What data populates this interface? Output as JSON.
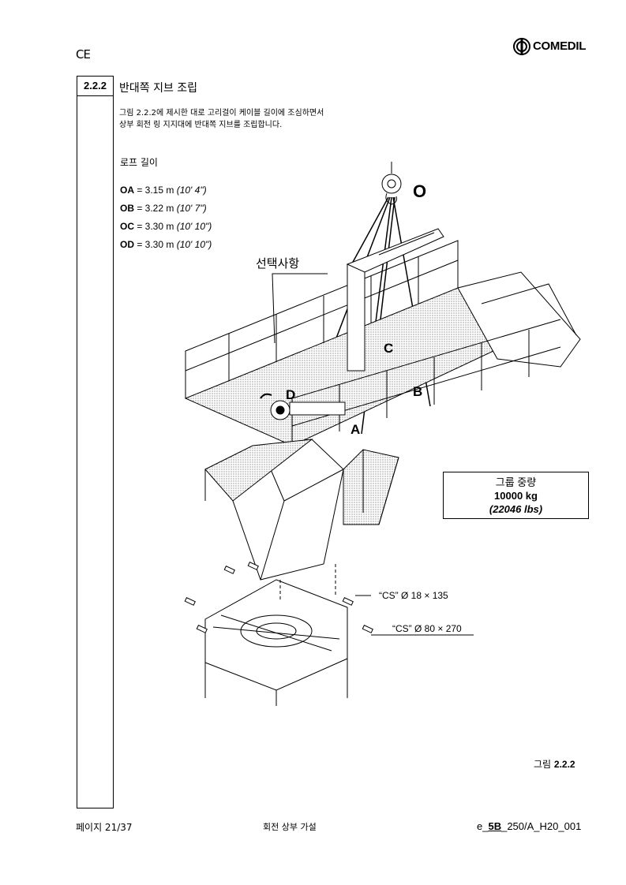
{
  "header": {
    "ce_mark": "CE",
    "brand": "COMEDIL"
  },
  "section": {
    "number": "2.2.2",
    "title": "반대쪽 지브 조립",
    "intro_line1": "그림 2.2.2에 제시한 대로 고리걸이 케이블 길이에 조심하면서",
    "intro_line2": "상부 회전 링 지지대에 반대쪽 지브를 조립합니다."
  },
  "ropes": {
    "heading": "로프 길이",
    "items": [
      {
        "label": "OA",
        "metric": " = 3.15 m ",
        "imperial": "(10' 4\")"
      },
      {
        "label": "OB",
        "metric": " = 3.22 m ",
        "imperial": "(10' 7\")"
      },
      {
        "label": "OC",
        "metric": " = 3.30 m ",
        "imperial": "(10' 10\")"
      },
      {
        "label": "OD",
        "metric": " = 3.30 m ",
        "imperial": "(10' 10\")"
      }
    ]
  },
  "figure": {
    "optional_label": "선택사항",
    "point_o": "O",
    "point_a": "A",
    "point_b": "B",
    "point_c": "C",
    "point_d": "D",
    "pin_small": "“CS” Ø 18 × 135",
    "pin_large": "“CS” Ø 80 × 270",
    "caption_prefix": "그림 ",
    "caption_number": "2.2.2"
  },
  "weight": {
    "label": "그룹 중량",
    "kg": "10000 kg",
    "lbs": "(22046 lbs)"
  },
  "footer": {
    "page": "페이지 21/37",
    "title": "회전 상부 가설",
    "doc_prefix": "e_",
    "doc_bold": "5B",
    "doc_suffix": "_250/A_H20_001"
  }
}
